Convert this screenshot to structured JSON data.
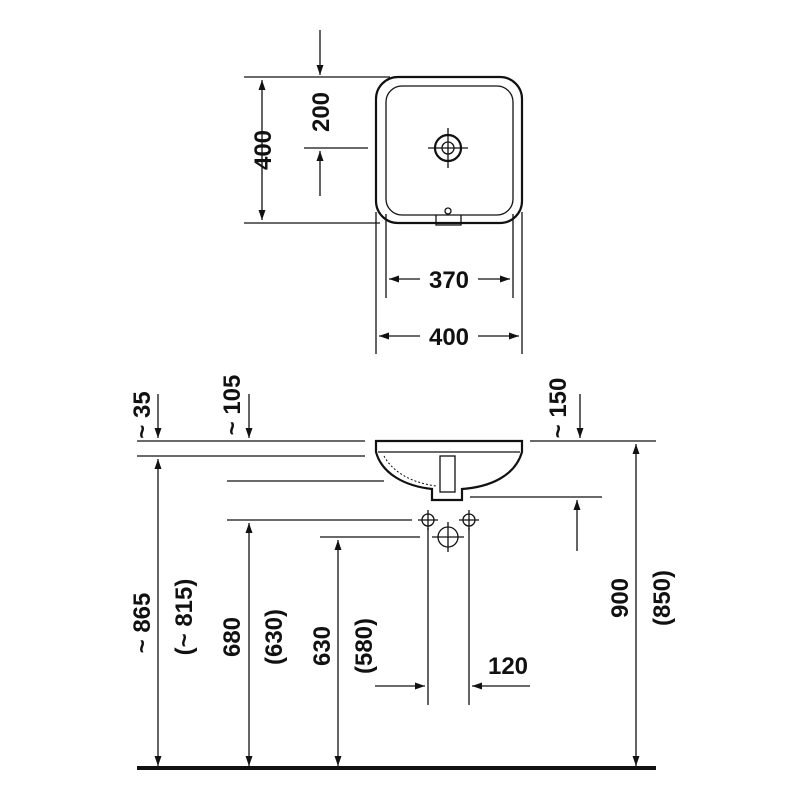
{
  "drawing": {
    "top_view": {
      "dim_depth": "400",
      "dim_half_depth": "200",
      "dim_inner_width": "370",
      "dim_outer_width": "400"
    },
    "side_view": {
      "dim_offset_1": "~ 35",
      "dim_offset_2": "~ 105",
      "dim_offset_3": "~ 150",
      "dim_height_1": "~ 865",
      "dim_height_1_alt": "(~ 815)",
      "dim_height_2": "680",
      "dim_height_2_alt": "(630)",
      "dim_height_3": "630",
      "dim_height_3_alt": "(580)",
      "dim_spacing": "120",
      "dim_height_total": "900",
      "dim_height_total_alt": "(850)"
    }
  }
}
